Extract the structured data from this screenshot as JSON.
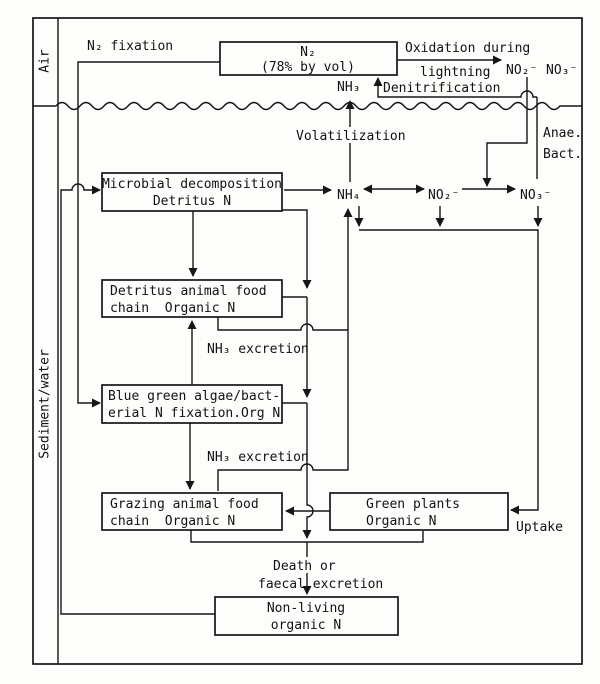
{
  "meta": {
    "title": "Nitrogen cycle diagram (air / sediment-water)",
    "colors": {
      "ink": "#161616",
      "paper": "#fdfdfc"
    }
  },
  "frame": {
    "air_label": "Air",
    "sediment_label": "Sediment/water"
  },
  "air": {
    "n2_fixation": "N₂ fixation",
    "n2_box": {
      "line1": "N₂",
      "line2": "(78% by vol)"
    },
    "oxidation_line1": "Oxidation during",
    "oxidation_line2": "lightning",
    "no2": "NO₂⁻",
    "no3": "NO₃⁻",
    "denitrification": "Denitrification",
    "nh3": "NH₃",
    "anae_line1": "Anae.",
    "anae_line2": "Bact."
  },
  "water": {
    "volatilization": "Volatilization",
    "nh4": "NH₄",
    "no2": "NO₂⁻",
    "no3": "NO₃⁻",
    "nh3_excretion_1": "NH₃ excretion",
    "nh3_excretion_2": "NH₃ excretion",
    "uptake": "Uptake",
    "death_line1": "Death or",
    "death_line2": "faecal excretion",
    "boxes": {
      "microbial": {
        "line1": "Microbial decomposition",
        "line2": "Detritus N"
      },
      "detritus": {
        "line1": "Detritus animal food",
        "line2": "chain  Organic N"
      },
      "bluegreen": {
        "line1": "Blue green algae/bact-",
        "line2": "erial N fixation.Org N"
      },
      "grazing": {
        "line1": "Grazing animal food",
        "line2": "chain  Organic N"
      },
      "greenplants": {
        "line1": "Green plants",
        "line2": "Organic N"
      },
      "nonliving": {
        "line1": "Non-living",
        "line2": "organic N"
      }
    }
  }
}
